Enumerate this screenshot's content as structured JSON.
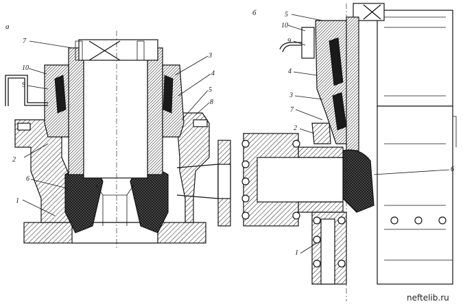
{
  "panels": {
    "a": "а",
    "b": "б"
  },
  "callouts_a": [
    "7",
    "10",
    "9",
    "2",
    "6",
    "1",
    "3",
    "4",
    "5",
    "8"
  ],
  "callouts_b": [
    "5",
    "10",
    "9",
    "4",
    "3",
    "7",
    "2",
    "6",
    "1"
  ],
  "watermark": "neftelib.ru"
}
